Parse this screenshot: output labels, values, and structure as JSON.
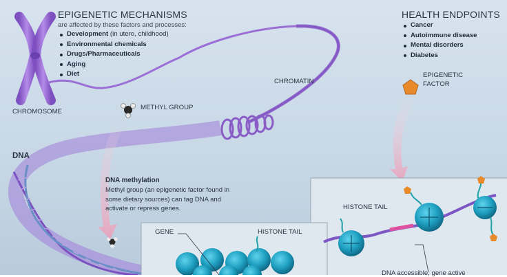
{
  "mechanisms": {
    "title": "EPIGENETIC MECHANISMS",
    "subtitle": "are affected by these factors and processes:",
    "items": [
      {
        "bold": "Development",
        "rest": " (in utero, childhood)"
      },
      {
        "bold": "Environmental chemicals",
        "rest": ""
      },
      {
        "bold": "Drugs/Pharmaceuticals",
        "rest": ""
      },
      {
        "bold": "Aging",
        "rest": ""
      },
      {
        "bold": "Diet",
        "rest": ""
      }
    ]
  },
  "health": {
    "title": "HEALTH ENDPOINTS",
    "items": [
      "Cancer",
      "Autoimmune disease",
      "Mental disorders",
      "Diabetes"
    ]
  },
  "labels": {
    "chromosome": "CHROMOSOME",
    "chromatin": "CHROMATIN",
    "methyl_group": "METHYL GROUP",
    "epigenetic_factor_1": "EPIGENETIC",
    "epigenetic_factor_2": "FACTOR",
    "dna": "DNA",
    "histone_tail_upper": "HISTONE TAIL",
    "histone_tail_lower": "HISTONE TAIL",
    "gene": "GENE",
    "dna_accessible": "DNA accessible, gene active"
  },
  "methylation": {
    "title": "DNA methylation",
    "body": "Methyl group (an epigenetic factor found in some dietary sources) can tag DNA and activate or repress genes."
  },
  "colors": {
    "background": "#cddbe8",
    "chromatin_purple": "#8a5cc6",
    "histone_teal": "#1f9bb6",
    "tail_teal": "#1fa1a8",
    "factor_orange": "#e8892a",
    "arrow_pink": "#e7a2b8",
    "accessible_pink": "#e052a0"
  }
}
